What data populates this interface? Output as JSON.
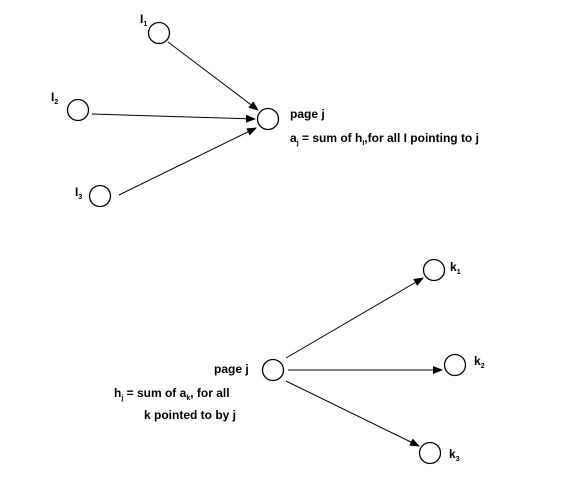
{
  "top": {
    "node_labels": {
      "i1": {
        "base": "I",
        "sub": "1"
      },
      "i2": {
        "base": "I",
        "sub": "2"
      },
      "i3": {
        "base": "I",
        "sub": "3"
      }
    },
    "page_label": "page j",
    "formula": {
      "a": "a",
      "a_sub": "j",
      "mid": " = sum of h",
      "h_sub": "I",
      "tail": ",for all I pointing to j"
    }
  },
  "bottom": {
    "page_label": "page j",
    "node_labels": {
      "k1": {
        "base": "k",
        "sub": "1"
      },
      "k2": {
        "base": "k",
        "sub": "2"
      },
      "k3": {
        "base": "k",
        "sub": "3"
      }
    },
    "formula": {
      "h": "h",
      "h_sub": "j",
      "mid": " = sum of a",
      "a_sub": "k",
      "tail": ", for all",
      "line2": "k pointed to by j"
    }
  }
}
